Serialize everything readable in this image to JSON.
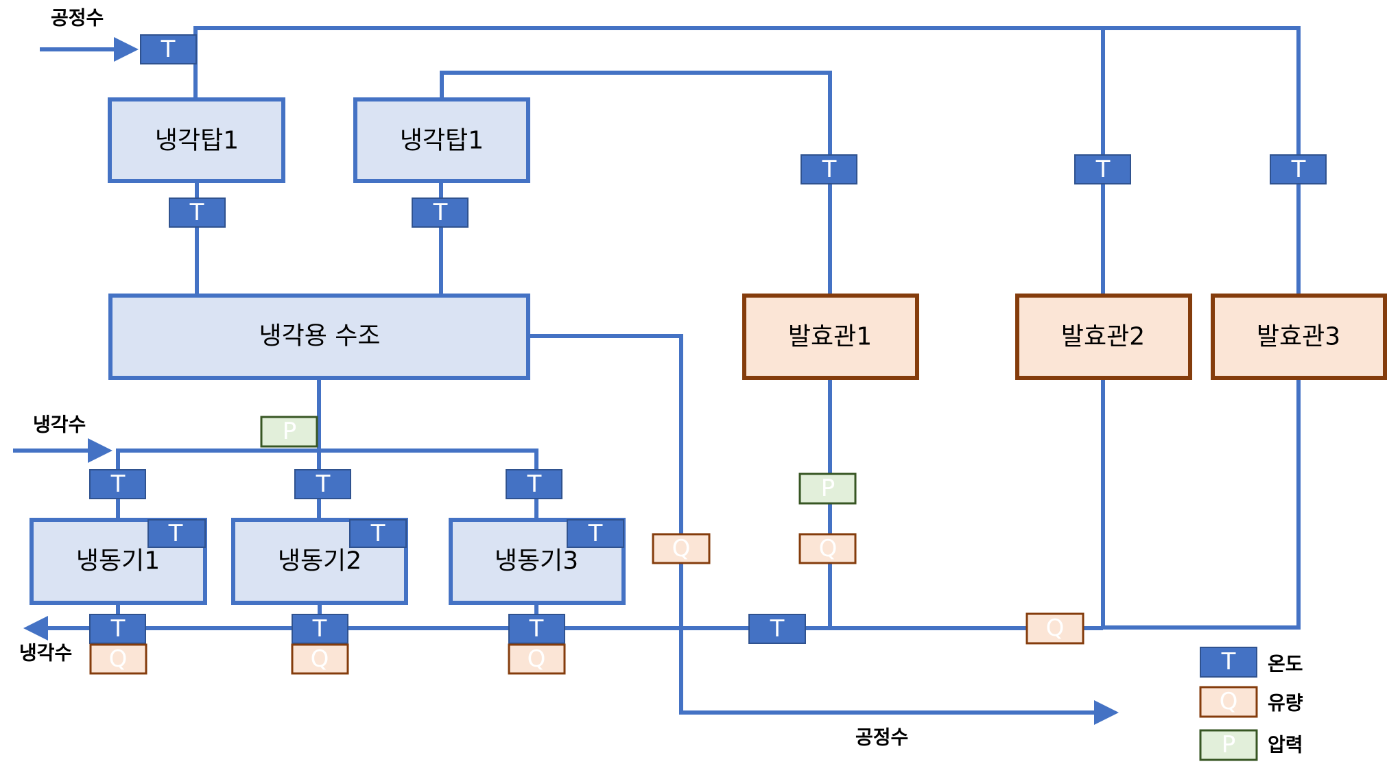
{
  "colors": {
    "pipe": "#4472C4",
    "unit_blue_fill": "#DAE3F3",
    "unit_blue_border": "#4472C4",
    "unit_brown_fill": "#FBE5D6",
    "unit_brown_border": "#843C0C",
    "sensor_T_fill": "#4472C4",
    "sensor_Q_fill": "#FBE5D6",
    "sensor_P_fill": "#E2EFDA"
  },
  "units": {
    "cooling_tower_1": "냉각탑1",
    "cooling_tower_2": "냉각탑1",
    "cooling_tank": "냉각용 수조",
    "fermenter_1": "발효관1",
    "fermenter_2": "발효관2",
    "fermenter_3": "발효관3",
    "refrigerator_1": "냉동기1",
    "refrigerator_2": "냉동기2",
    "refrigerator_3": "냉동기3"
  },
  "flow_labels": {
    "process_water_in": "공정수",
    "process_water_out": "공정수",
    "cooling_water_in": "냉각수",
    "cooling_water_out": "냉각수"
  },
  "sensor_symbols": {
    "temperature": "T",
    "flow": "Q",
    "pressure": "P"
  },
  "legend": [
    {
      "symbol": "T",
      "label": "온도",
      "type": "temperature"
    },
    {
      "symbol": "Q",
      "label": "유량",
      "type": "flow"
    },
    {
      "symbol": "P",
      "label": "압력",
      "type": "pressure"
    }
  ]
}
